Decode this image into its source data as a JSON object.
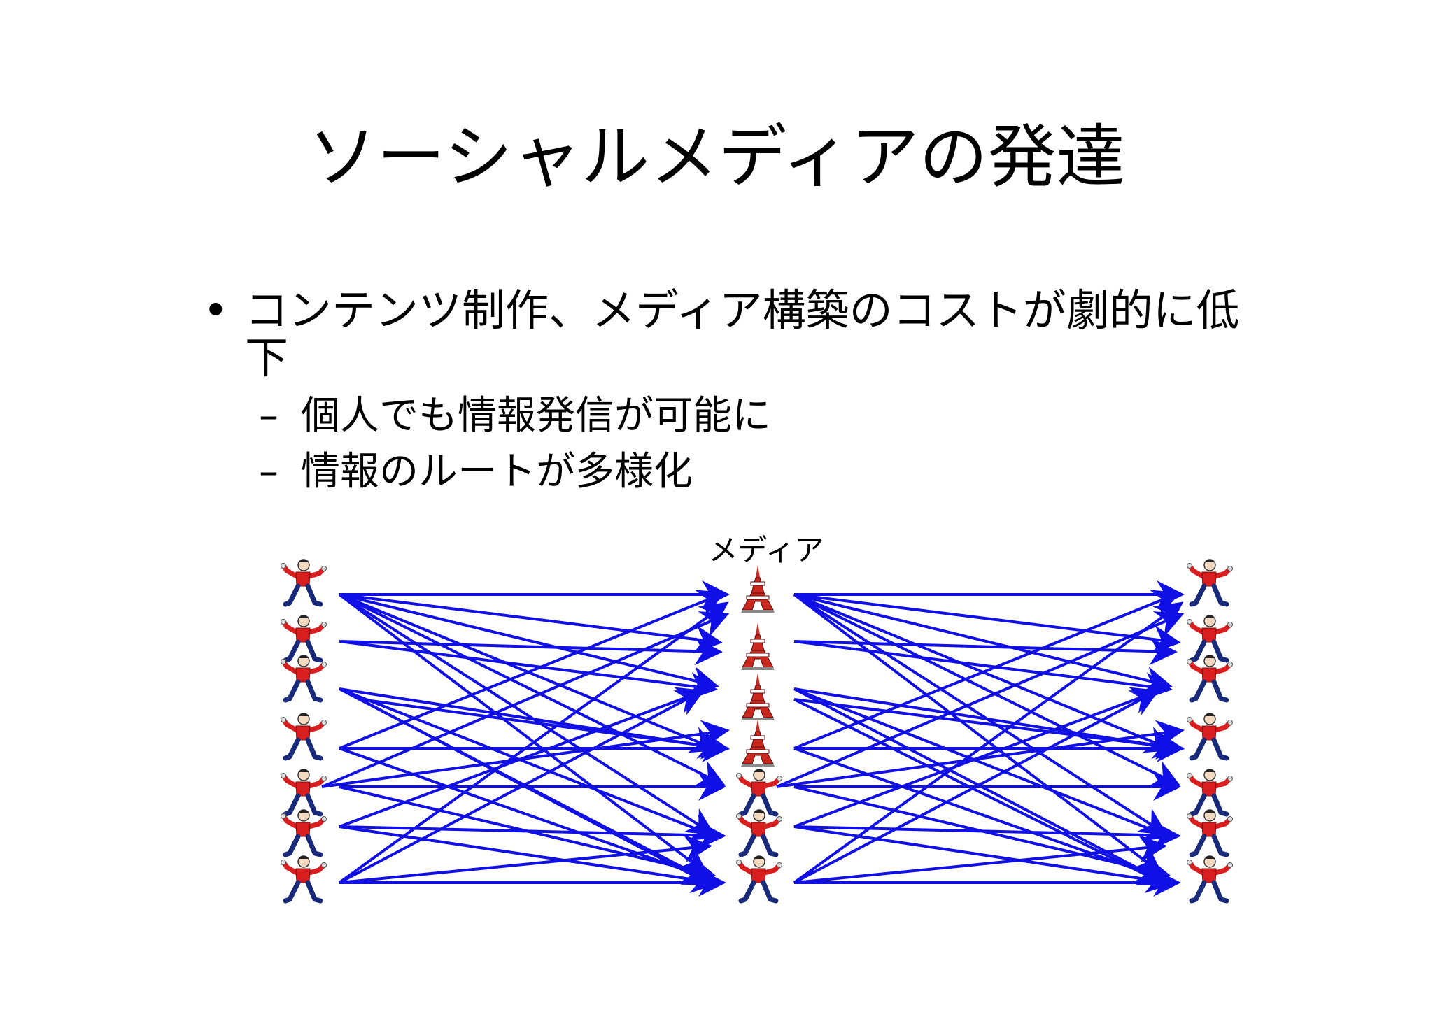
{
  "slide": {
    "title": "ソーシャルメディアの発達",
    "bullet": {
      "marker": "•",
      "text": "コンテンツ制作、メディア構築のコストが劇的に低下",
      "subs": [
        {
          "marker": "–",
          "text": "個人でも情報発信が可能に"
        },
        {
          "marker": "–",
          "text": "情報のルートが多様化"
        }
      ]
    }
  },
  "diagram": {
    "media_label": "メディア",
    "arrow_color": "#1010e6",
    "figure_colors": {
      "shirt": "#d81e1e",
      "pants": "#1a2a7a",
      "skin": "#f2d9c0",
      "tower": "#c8281e"
    },
    "icons": [
      "person-icon",
      "tower-icon"
    ]
  }
}
